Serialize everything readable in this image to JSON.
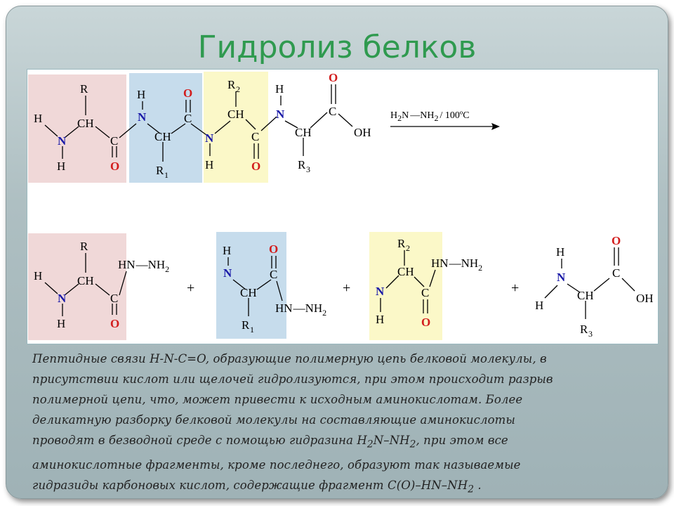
{
  "title": "Гидролиз белков",
  "reaction_condition": {
    "reagent_h": "H",
    "reagent_h_sub": "2",
    "reagent_n": "N",
    "reagent_mid": "—NH",
    "reagent_mid_sub": "2",
    "reagent_temp": "/ 100ºC"
  },
  "atoms": {
    "H": "H",
    "N": "N",
    "O": "O",
    "C": "C",
    "CH": "CH",
    "OH": "OH",
    "R": "R",
    "R1": "R",
    "R1_sub": "1",
    "R2": "R",
    "R2_sub": "2",
    "R3": "R",
    "R3_sub": "3",
    "HN": "HN",
    "NH": "—NH",
    "NH_sub": "2",
    "plus": "+"
  },
  "description": {
    "line1": "Пептидные связи H-N-C=O, образующие полимерную цепь белковой молекулы, в",
    "line2": "присутствии кислот или щелочей гидролизуются, при этом происходит разрыв",
    "line3": "полимерной цепи, что, может привести к исходным аминокислотам. Более",
    "line4": "деликатную разборку белковой молекулы на составляющие аминокислоты",
    "line5_a": "проводят в безводной среде с помощью гидразина H",
    "line5_sub1": "2",
    "line5_b": "N–NH",
    "line5_sub2": "2",
    "line5_c": ", при этом все",
    "line6": "аминокислотные фрагменты, кроме последнего, образуют так называемые",
    "line7_a": "гидразиды карбоновых кислот, содержащие фрагмент C(O)–HN–NH",
    "line7_sub": "2",
    "line7_b": " ."
  },
  "colors": {
    "pink": "#f0d8d8",
    "blue": "#c6dcec",
    "yellow": "#fbf8c8",
    "title_green": "#2f9a4f",
    "nitrogen": "#1a1aa8",
    "oxygen": "#d21c1c"
  }
}
